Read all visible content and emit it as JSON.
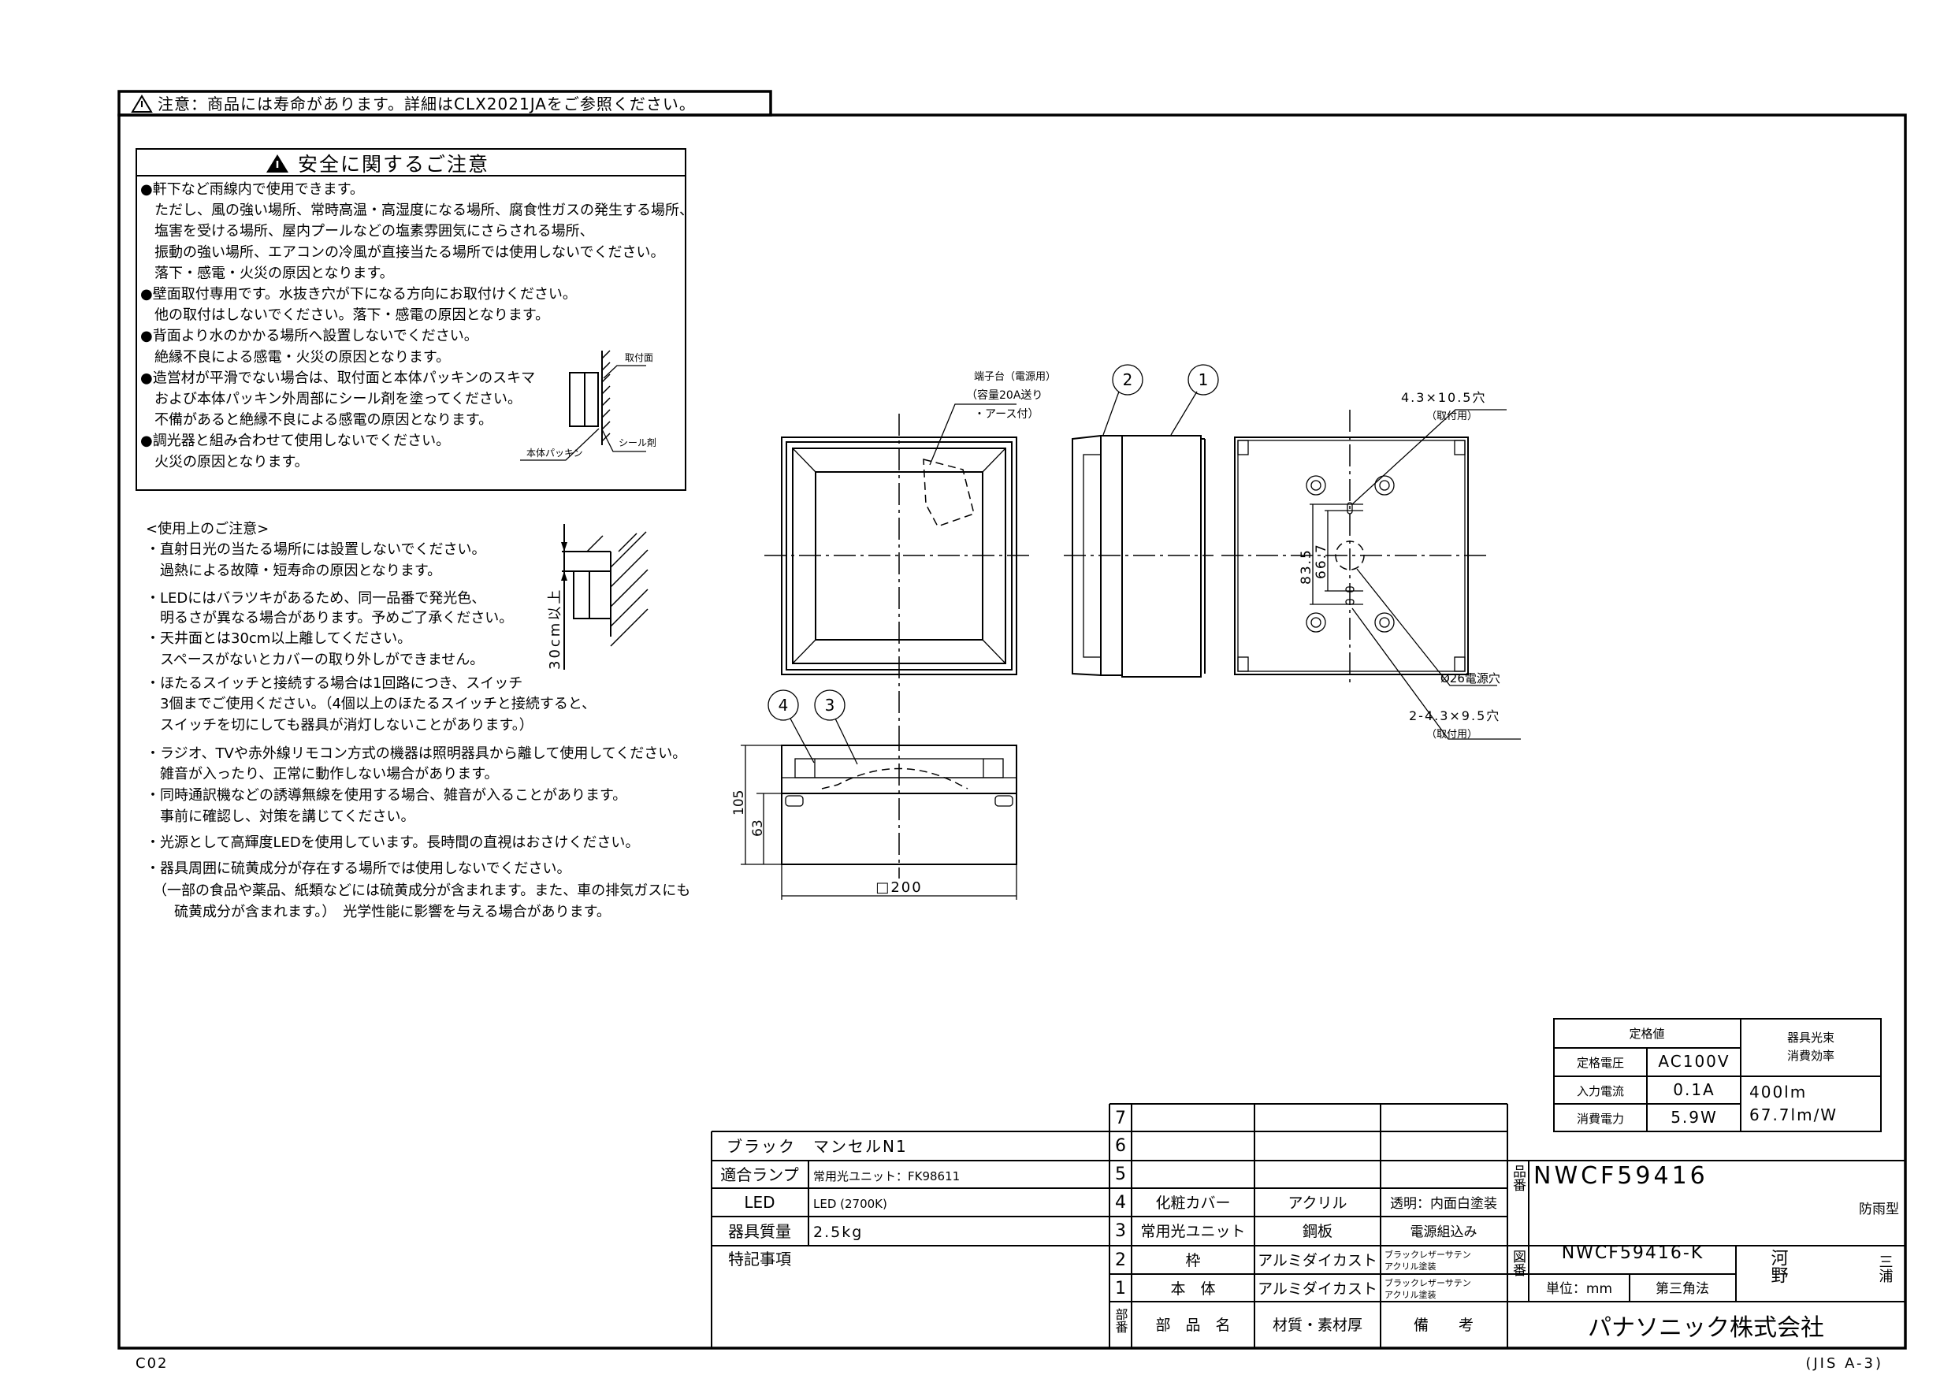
{
  "notice": {
    "text": "注意：商品には寿命があります。詳細はCLX2021JAをご参照ください。",
    "icon": "warning-triangle-icon"
  },
  "safety": {
    "title": "安全に関するご注意",
    "lines": [
      "●軒下など雨線内で使用できます。",
      "　ただし、風の強い場所、常時高温・高湿度になる場所、腐食性ガスの発生する場所、",
      "　塩害を受ける場所、屋内プールなどの塩素雰囲気にさらされる場所、",
      "　振動の強い場所、エアコンの冷風が直接当たる場所では使用しないでください。",
      "　落下・感電・火災の原因となります。",
      "●壁面取付専用です。水抜き穴が下になる方向にお取付けください。",
      "　他の取付はしないでください。落下・感電の原因となります。",
      "●背面より水のかかる場所へ設置しないでください。",
      "　絶縁不良による感電・火災の原因となります。",
      "●造営材が平滑でない場合は、取付面と本体パッキンのスキマ",
      "　および本体パッキン外周部にシール剤を塗ってください。",
      "　不備があると絶縁不良による感電の原因となります。",
      "●調光器と組み合わせて使用しないでください。",
      "　火災の原因となります。"
    ],
    "diagram": {
      "mount_surface": "取付面",
      "sealant": "シール剤",
      "packing": "本体パッキン"
    }
  },
  "usage": {
    "title": "<使用上のご注意>",
    "lines": [
      "・直射日光の当たる場所には設置しないでください。",
      "　過熱による故障・短寿命の原因となります。",
      "・LEDにはバラツキがあるため、同一品番で発光色、",
      "　明るさが異なる場合があります。予めご了承ください。",
      "・天井面とは30cm以上離してください。",
      "　スペースがないとカバーの取り外しができません。",
      "・ほたるスイッチと接続する場合は1回路につき、スイッチ",
      "　3個までご使用ください。（4個以上のほたるスイッチと接続すると、",
      "　スイッチを切にしても器具が消灯しないことがあります。）",
      "・ラジオ、TVや赤外線リモコン方式の機器は照明器具から離して使用してください。",
      "　雑音が入ったり、正常に動作しない場合があります。",
      "・同時通訳機などの誘導無線を使用する場合、雑音が入ることがあります。",
      "　事前に確認し、対策を講じてください。",
      "・光源として高輝度LEDを使用しています。長時間の直視はおさけください。",
      "・器具周囲に硫黄成分が存在する場所では使用しないでください。",
      "　（一部の食品や薬品、紙類などには硫黄成分が含まれます。また、車の排気ガスにも",
      "　　硫黄成分が含まれます。）　光学性能に影響を与える場合があります。"
    ],
    "ceiling_gap": "30cm以上"
  },
  "drawing": {
    "terminal_label": "端子台（電源用）",
    "terminal_note1": "（容量20A送り",
    "terminal_note2": "・アース付）",
    "hole_top": "4.3×10.5穴",
    "hole_top_note": "（取付用）",
    "dim_83_5": "83.5",
    "dim_66_7": "66.7",
    "power_hole": "Ø26電源穴",
    "hole_bottom": "2-4.3×9.5穴",
    "hole_bottom_note": "（取付用）",
    "dim_105": "105",
    "dim_63": "63",
    "dim_200": "□200",
    "balloons": [
      "1",
      "2",
      "3",
      "4"
    ]
  },
  "spec_table": {
    "header_rating": "定格値",
    "header_flux": "器具光束",
    "header_eff": "消費効率",
    "rows": [
      {
        "label": "定格電圧",
        "value": "AC100V"
      },
      {
        "label": "入力電流",
        "value": "0.1A"
      },
      {
        "label": "消費電力",
        "value": "5.9W"
      }
    ],
    "flux": "400lm",
    "efficiency": "67.7lm/W"
  },
  "title_block": {
    "color": "ブラック　マンセルN1",
    "info": [
      {
        "label": "適合ランプ",
        "value": "常用光ユニット：FK98611"
      },
      {
        "label": "LED",
        "value": "LED (2700K)"
      },
      {
        "label": "器具質量",
        "value": "2.5kg"
      },
      {
        "label": "特記事項",
        "value": ""
      }
    ],
    "parts": [
      {
        "no": "7",
        "name": "",
        "material": "",
        "remarks1": "",
        "remarks2": ""
      },
      {
        "no": "6",
        "name": "",
        "material": "",
        "remarks1": "",
        "remarks2": ""
      },
      {
        "no": "5",
        "name": "",
        "material": "",
        "remarks1": "",
        "remarks2": ""
      },
      {
        "no": "4",
        "name": "化粧カバー",
        "material": "アクリル",
        "remarks1": "透明：内面白塗装",
        "remarks2": ""
      },
      {
        "no": "3",
        "name": "常用光ユニット",
        "material": "鋼板",
        "remarks1": "電源組込み",
        "remarks2": ""
      },
      {
        "no": "2",
        "name": "枠",
        "material": "アルミダイカスト",
        "remarks1": "ブラックレザーサテン",
        "remarks2": "アクリル塗装"
      },
      {
        "no": "1",
        "name": "本　体",
        "material": "アルミダイカスト",
        "remarks1": "ブラックレザーサテン",
        "remarks2": "アクリル塗装"
      }
    ],
    "headers": {
      "no": "部番",
      "name": "部　品　名",
      "material": "材質・素材厚",
      "remarks": "備　　考"
    },
    "product_no_label": "品番",
    "product_no": "NWCF59416",
    "type": "防雨型",
    "drawing_no_label": "図番",
    "drawing_no": "NWCF59416-K",
    "drawn_by": "河野",
    "checked_by": "三浦",
    "unit": "単位：mm",
    "projection": "第三角法",
    "company": "パナソニック株式会社"
  },
  "footer": {
    "code": "C02",
    "paper": "(JIS A-3)"
  }
}
